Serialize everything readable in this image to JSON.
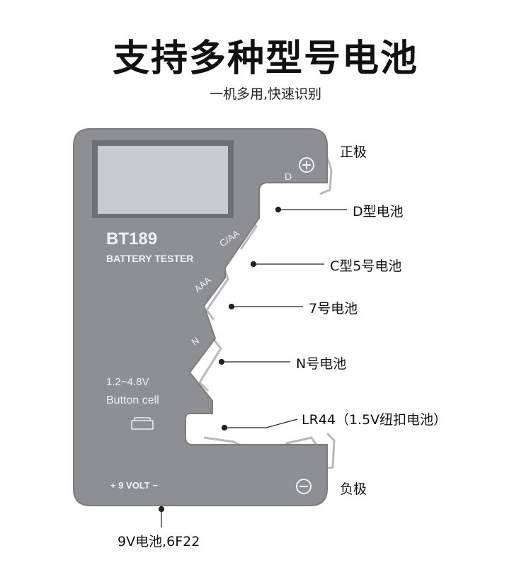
{
  "header": {
    "title": "支持多种型号电池",
    "subtitle": "一机多用,快速识别"
  },
  "device": {
    "model": "BT189",
    "name": "BATTERY TESTER",
    "slot_labels": {
      "d": "D",
      "c_aa": "C/AA",
      "aaa": "AAA",
      "n": "N"
    },
    "button_cell_voltage": "1.2~4.8V",
    "button_cell_label": "Button cell",
    "nine_volt_label": "+ 9 VOLT −",
    "plus_symbol": "+",
    "minus_symbol": "−",
    "body_color": "#8e8f91",
    "screen_color": "#c9cacb"
  },
  "callouts": {
    "positive": "正极",
    "d_battery": "D型电池",
    "c_aa_battery": "C型5号电池",
    "aaa_battery": "7号电池",
    "n_battery": "N号电池",
    "lr44": "LR44（1.5V纽扣电池）",
    "negative": "负极",
    "nine_volt": "9V电池,6F22"
  }
}
